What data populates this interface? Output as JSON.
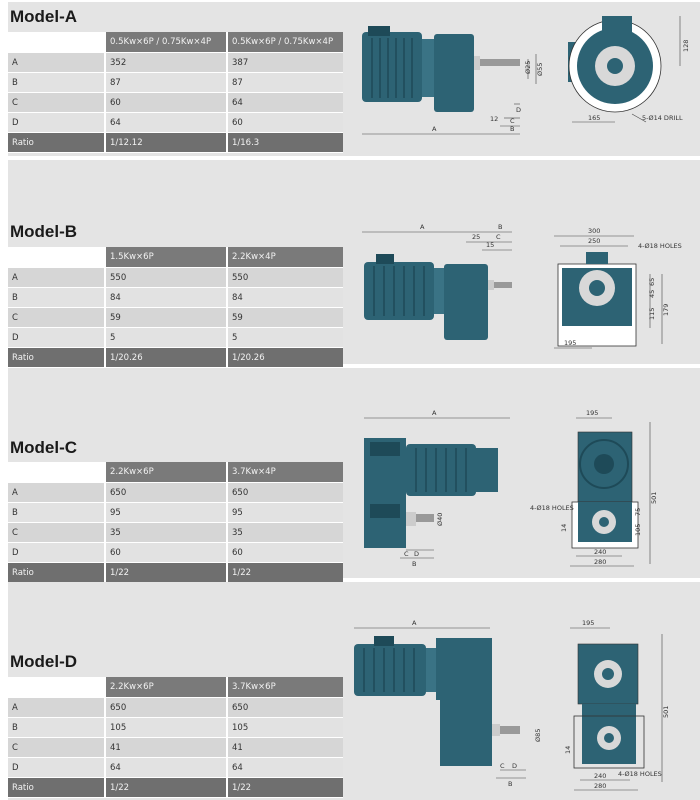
{
  "colors": {
    "motor": "#2d6374",
    "motor_dark": "#1e4a58",
    "panel": "#e4e4e4",
    "header": "#7a7a7a"
  },
  "models": [
    {
      "title": "Model-A",
      "header": [
        "",
        "0.5Kw×6P / 0.75Kw×4P",
        "0.5Kw×6P / 0.75Kw×4P"
      ],
      "rows": [
        [
          "A",
          "352",
          "387"
        ],
        [
          "B",
          "87",
          "87"
        ],
        [
          "C",
          "60",
          "64"
        ],
        [
          "D",
          "64",
          "60"
        ],
        [
          "Ratio",
          "1/12.12",
          "1/16.3"
        ]
      ],
      "dims": {
        "a": "A",
        "b": "B",
        "c": "C",
        "d": "D",
        "d12": "12",
        "drill": "5-Ø14 DRILL",
        "w165": "165",
        "h128": "128",
        "h25": "Ø25",
        "h55": "Ø55"
      }
    },
    {
      "title": "Model-B",
      "header": [
        "",
        "1.5Kw×6P",
        "2.2Kw×4P"
      ],
      "rows": [
        [
          "A",
          "550",
          "550"
        ],
        [
          "B",
          "84",
          "84"
        ],
        [
          "C",
          "59",
          "59"
        ],
        [
          "D",
          "5",
          "5"
        ],
        [
          "Ratio",
          "1/20.26",
          "1/20.26"
        ]
      ],
      "dims": {
        "a": "A",
        "b": "B",
        "c": "C",
        "d25": "25",
        "d15": "15",
        "w300": "300",
        "w250": "250",
        "holes": "4-Ø18 HOLES",
        "h65": "65",
        "h45": "45",
        "h115": "115",
        "h179": "179",
        "w195": "195"
      }
    },
    {
      "title": "Model-C",
      "header": [
        "",
        "2.2Kw×6P",
        "3.7Kw×4P"
      ],
      "rows": [
        [
          "A",
          "650",
          "650"
        ],
        [
          "B",
          "95",
          "95"
        ],
        [
          "C",
          "35",
          "35"
        ],
        [
          "D",
          "60",
          "60"
        ],
        [
          "Ratio",
          "1/22",
          "1/22"
        ]
      ],
      "dims": {
        "a": "A",
        "b": "B",
        "c": "C",
        "d": "D",
        "w195": "195",
        "h501": "501",
        "holes": "4-Ø18 HOLES",
        "h75": "75",
        "h105": "105",
        "w240": "240",
        "w280": "280",
        "d14": "14",
        "phi40": "Ø40"
      }
    },
    {
      "title": "Model-D",
      "header": [
        "",
        "2.2Kw×6P",
        "3.7Kw×6P"
      ],
      "rows": [
        [
          "A",
          "650",
          "650"
        ],
        [
          "B",
          "105",
          "105"
        ],
        [
          "C",
          "41",
          "41"
        ],
        [
          "D",
          "64",
          "64"
        ],
        [
          "Ratio",
          "1/22",
          "1/22"
        ]
      ],
      "dims": {
        "a": "A",
        "b": "B",
        "c": "C",
        "d": "D",
        "w195": "195",
        "h501": "501",
        "holes": "4-Ø18 HOLES",
        "w240": "240",
        "w280": "280",
        "d14": "14",
        "phi85": "Ø85"
      }
    }
  ]
}
